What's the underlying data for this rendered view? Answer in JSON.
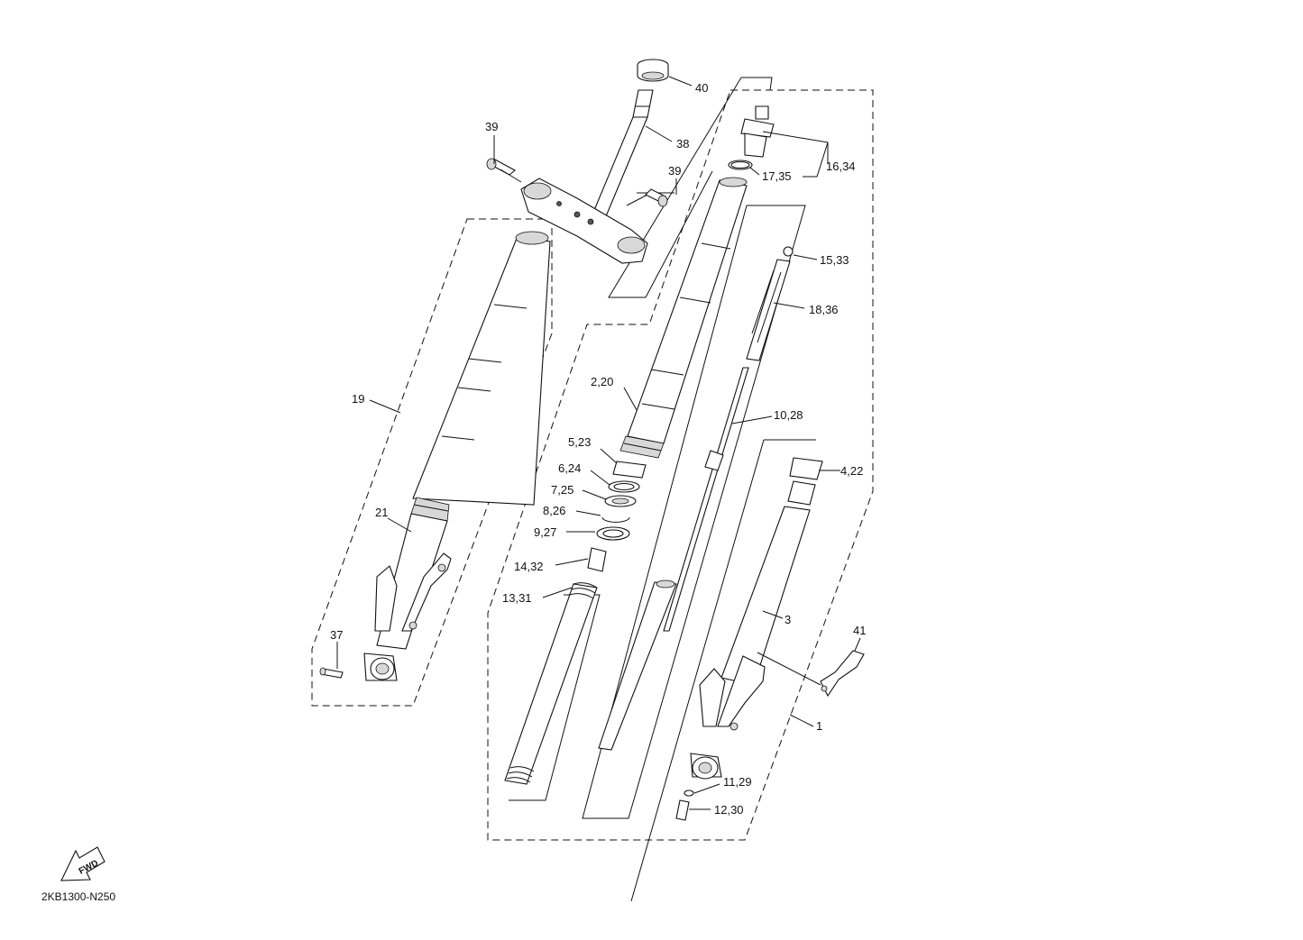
{
  "diagram_code": "2KB1300-N250",
  "fwd_badge": "FWD",
  "callouts": {
    "p40": "40",
    "p38": "38",
    "p39a": "39",
    "p39b": "39",
    "p16_34": "16,34",
    "p17_35": "17,35",
    "p15_33": "15,33",
    "p18_36": "18,36",
    "p2_20": "2,20",
    "p10_28": "10,28",
    "p5_23": "5,23",
    "p6_24": "6,24",
    "p7_25": "7,25",
    "p8_26": "8,26",
    "p9_27": "9,27",
    "p4_22": "4,22",
    "p14_32": "14,32",
    "p13_31": "13,31",
    "p19": "19",
    "p21": "21",
    "p37": "37",
    "p3": "3",
    "p41": "41",
    "p1": "1",
    "p11_29": "11,29",
    "p12_30": "12,30"
  }
}
